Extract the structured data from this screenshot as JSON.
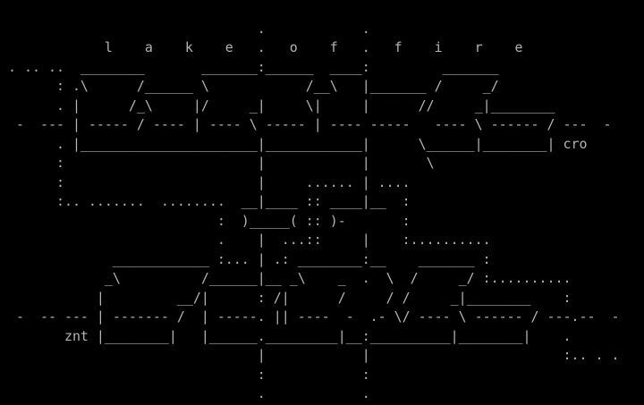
{
  "title": "l a k e . o f . f i r e",
  "signatures": [
    "cro",
    "znt"
  ],
  "art_lines": [
    "",
    "                                .            .",
    "             l    a    k    e   .   o    f   .   f    i    r    e",
    " . .. ..  ________       _______:______  ____:         _______",
    "       : .\\      /______ \\            /__\\   |_______ /     _/",
    "       . |      /_\\     |/     _|     \\|     |      //     _|________",
    "  -  --- | ----- / ---- | ---- \\ ----- | ---- -----   ---- \\ ------ / ---  -",
    "       . |______________________|____________|      \\______|________| cro",
    "       :                        |            |       \\",
    "       :                        |     ...... | ....",
    "       :.. .......  ........  __|____ :: ____|__  :",
    "                           :  )_____( :: )-       :",
    "                           .    |  ...::     |    :..........",
    "              ____________ :... | .: ________:__    _______ :",
    "             _\\          /______|__ _\\    _  .  \\  /     _/ :..........",
    "            |         __/|      : /|      /     / /     _|________    :",
    "  -  -- --- | ------- /  | -----. || ----  -  .- \\/ ---- \\ ------ / ---.--  -",
    "        znt |________|   |______._________|__:__________|________|    .",
    "                                |            |                        :.. . .",
    "                                :            :",
    "                                .            ."
  ]
}
